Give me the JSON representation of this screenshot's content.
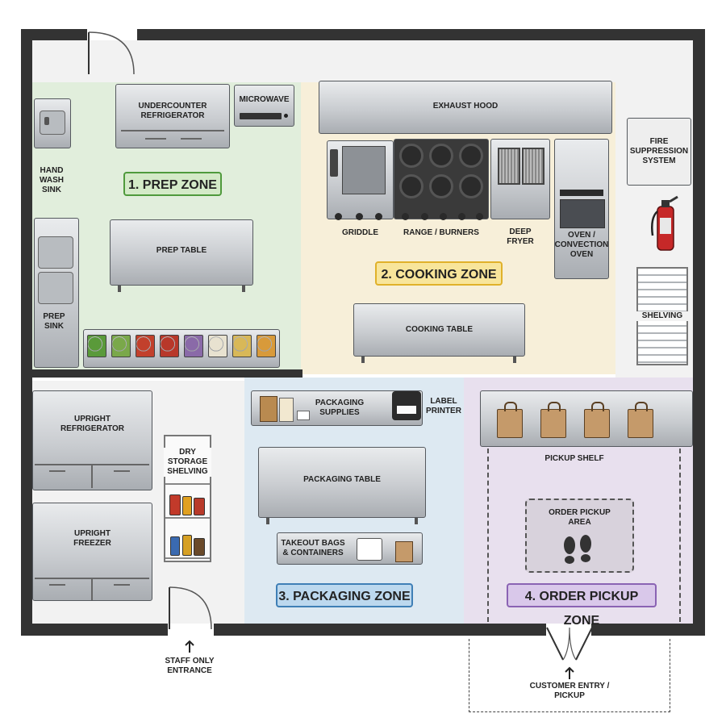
{
  "zones": {
    "prep": {
      "label": "1. PREP ZONE",
      "color": "#e1eedc",
      "border": "#4f9a3c"
    },
    "cooking": {
      "label": "2. COOKING ZONE",
      "color": "#f7efd9",
      "border": "#e0b12a"
    },
    "packaging": {
      "label": "3. PACKAGING ZONE",
      "color": "#dde9f2",
      "border": "#3f7fb6"
    },
    "pickup": {
      "label": "4. ORDER PICKUP ZONE",
      "color": "#e8e0ee",
      "border": "#8a63b3"
    }
  },
  "equipment": {
    "undercounter_refrigerator": "UNDERCOUNTER\nREFRIGERATOR",
    "microwave": "MICROWAVE",
    "exhaust_hood": "EXHAUST HOOD",
    "fire_suppression": "FIRE\nSUPPRESSION\nSYSTEM",
    "hand_wash_sink": "HAND\nWASH\nSINK",
    "prep_table": "PREP TABLE",
    "griddle": "GRIDDLE",
    "range_burners": "RANGE / BURNERS",
    "deep_fryer": "DEEP\nFRYER",
    "oven": "OVEN /\nCONVECTION\nOVEN",
    "prep_sink": "PREP\nSINK",
    "cooking_table": "COOKING TABLE",
    "shelving": "SHELVING",
    "upright_refrigerator": "UPRIGHT\nREFRIGERATOR",
    "dry_storage": "DRY\nSTORAGE\nSHELVING",
    "upright_freezer": "UPRIGHT\nFREEZER",
    "packaging_supplies": "PACKAGING\nSUPPLIES",
    "label_printer": "LABEL\nPRINTER",
    "packaging_table": "PACKAGING TABLE",
    "takeout_bags": "TAKEOUT BAGS\n& CONTAINERS",
    "pickup_shelf": "PICKUP SHELF",
    "order_pickup_area": "ORDER PICKUP\nAREA"
  },
  "entrances": {
    "staff": "STAFF ONLY\nENTRANCE",
    "customer": "CUSTOMER ENTRY /\nPICKUP"
  },
  "ingredient_colors": [
    "#5a9a3a",
    "#7aa84a",
    "#c2402c",
    "#b8382a",
    "#8a6aa8",
    "#e8e2d0",
    "#d8b858",
    "#d89a3a"
  ]
}
